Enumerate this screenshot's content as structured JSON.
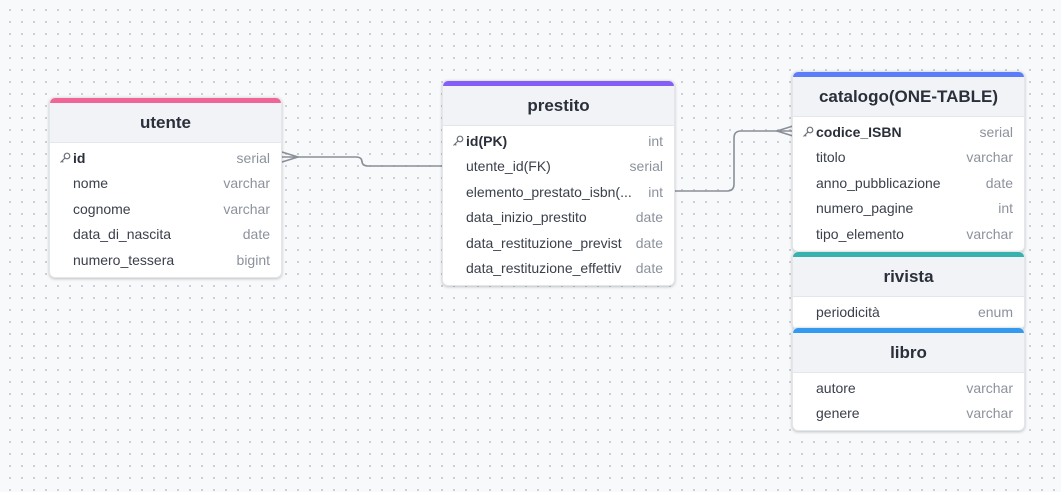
{
  "colors": {
    "utente": "#f06595",
    "prestito": "#845ef7",
    "catalogo": "#5c7cfa",
    "rivista": "#38b2ac",
    "libro": "#339af0",
    "connector": "#8a8f98"
  },
  "tables": {
    "utente": {
      "name": "utente",
      "fields": [
        {
          "name": "id",
          "type": "serial",
          "pk": true
        },
        {
          "name": "nome",
          "type": "varchar"
        },
        {
          "name": "cognome",
          "type": "varchar"
        },
        {
          "name": "data_di_nascita",
          "type": "date"
        },
        {
          "name": "numero_tessera",
          "type": "bigint"
        }
      ]
    },
    "prestito": {
      "name": "prestito",
      "fields": [
        {
          "name": "id(PK)",
          "type": "int",
          "pk": true
        },
        {
          "name": "utente_id(FK)",
          "type": "serial"
        },
        {
          "name": "elemento_prestato_isbn(...",
          "type": "int"
        },
        {
          "name": "data_inizio_prestito",
          "type": "date"
        },
        {
          "name": "data_restituzione_previst",
          "type": "date"
        },
        {
          "name": "data_restituzione_effettiv",
          "type": "date"
        }
      ]
    },
    "catalogo": {
      "name": "catalogo(ONE-TABLE)",
      "fields": [
        {
          "name": "codice_ISBN",
          "type": "serial",
          "pk": true
        },
        {
          "name": "titolo",
          "type": "varchar"
        },
        {
          "name": "anno_pubblicazione",
          "type": "date"
        },
        {
          "name": "numero_pagine",
          "type": "int"
        },
        {
          "name": "tipo_elemento",
          "type": "varchar"
        }
      ]
    },
    "rivista": {
      "name": "rivista",
      "fields": [
        {
          "name": "periodicità",
          "type": "enum"
        }
      ]
    },
    "libro": {
      "name": "libro",
      "fields": [
        {
          "name": "autore",
          "type": "varchar"
        },
        {
          "name": "genere",
          "type": "varchar"
        }
      ]
    }
  }
}
